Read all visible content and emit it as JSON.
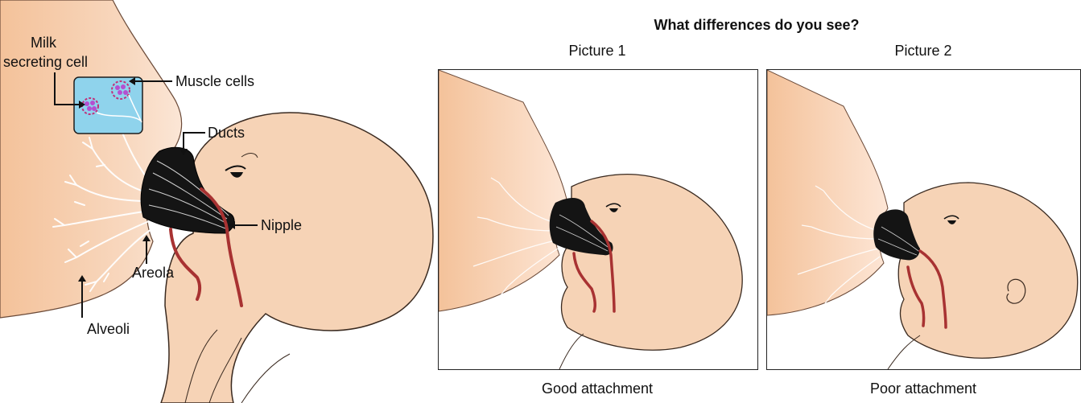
{
  "figure": {
    "title": "What differences do you see?",
    "labels": {
      "milk_secreting_cell_line1": "Milk",
      "milk_secreting_cell_line2": "secreting cell",
      "muscle_cells": "Muscle cells",
      "ducts": "Ducts",
      "nipple": "Nipple",
      "areola": "Areola",
      "alveoli": "Alveoli"
    },
    "panels": [
      {
        "heading": "Picture 1",
        "caption": "Good attachment"
      },
      {
        "heading": "Picture 2",
        "caption": "Poor attachment"
      }
    ]
  },
  "colors": {
    "skin": "#f6d3b6",
    "skin_dark": "#f0bf9b",
    "outline": "#3a2a20",
    "areola": "#141414",
    "tongue": "#a83232",
    "cell_box": "#8fd3ec",
    "cell_ring": "#c0307a"
  }
}
